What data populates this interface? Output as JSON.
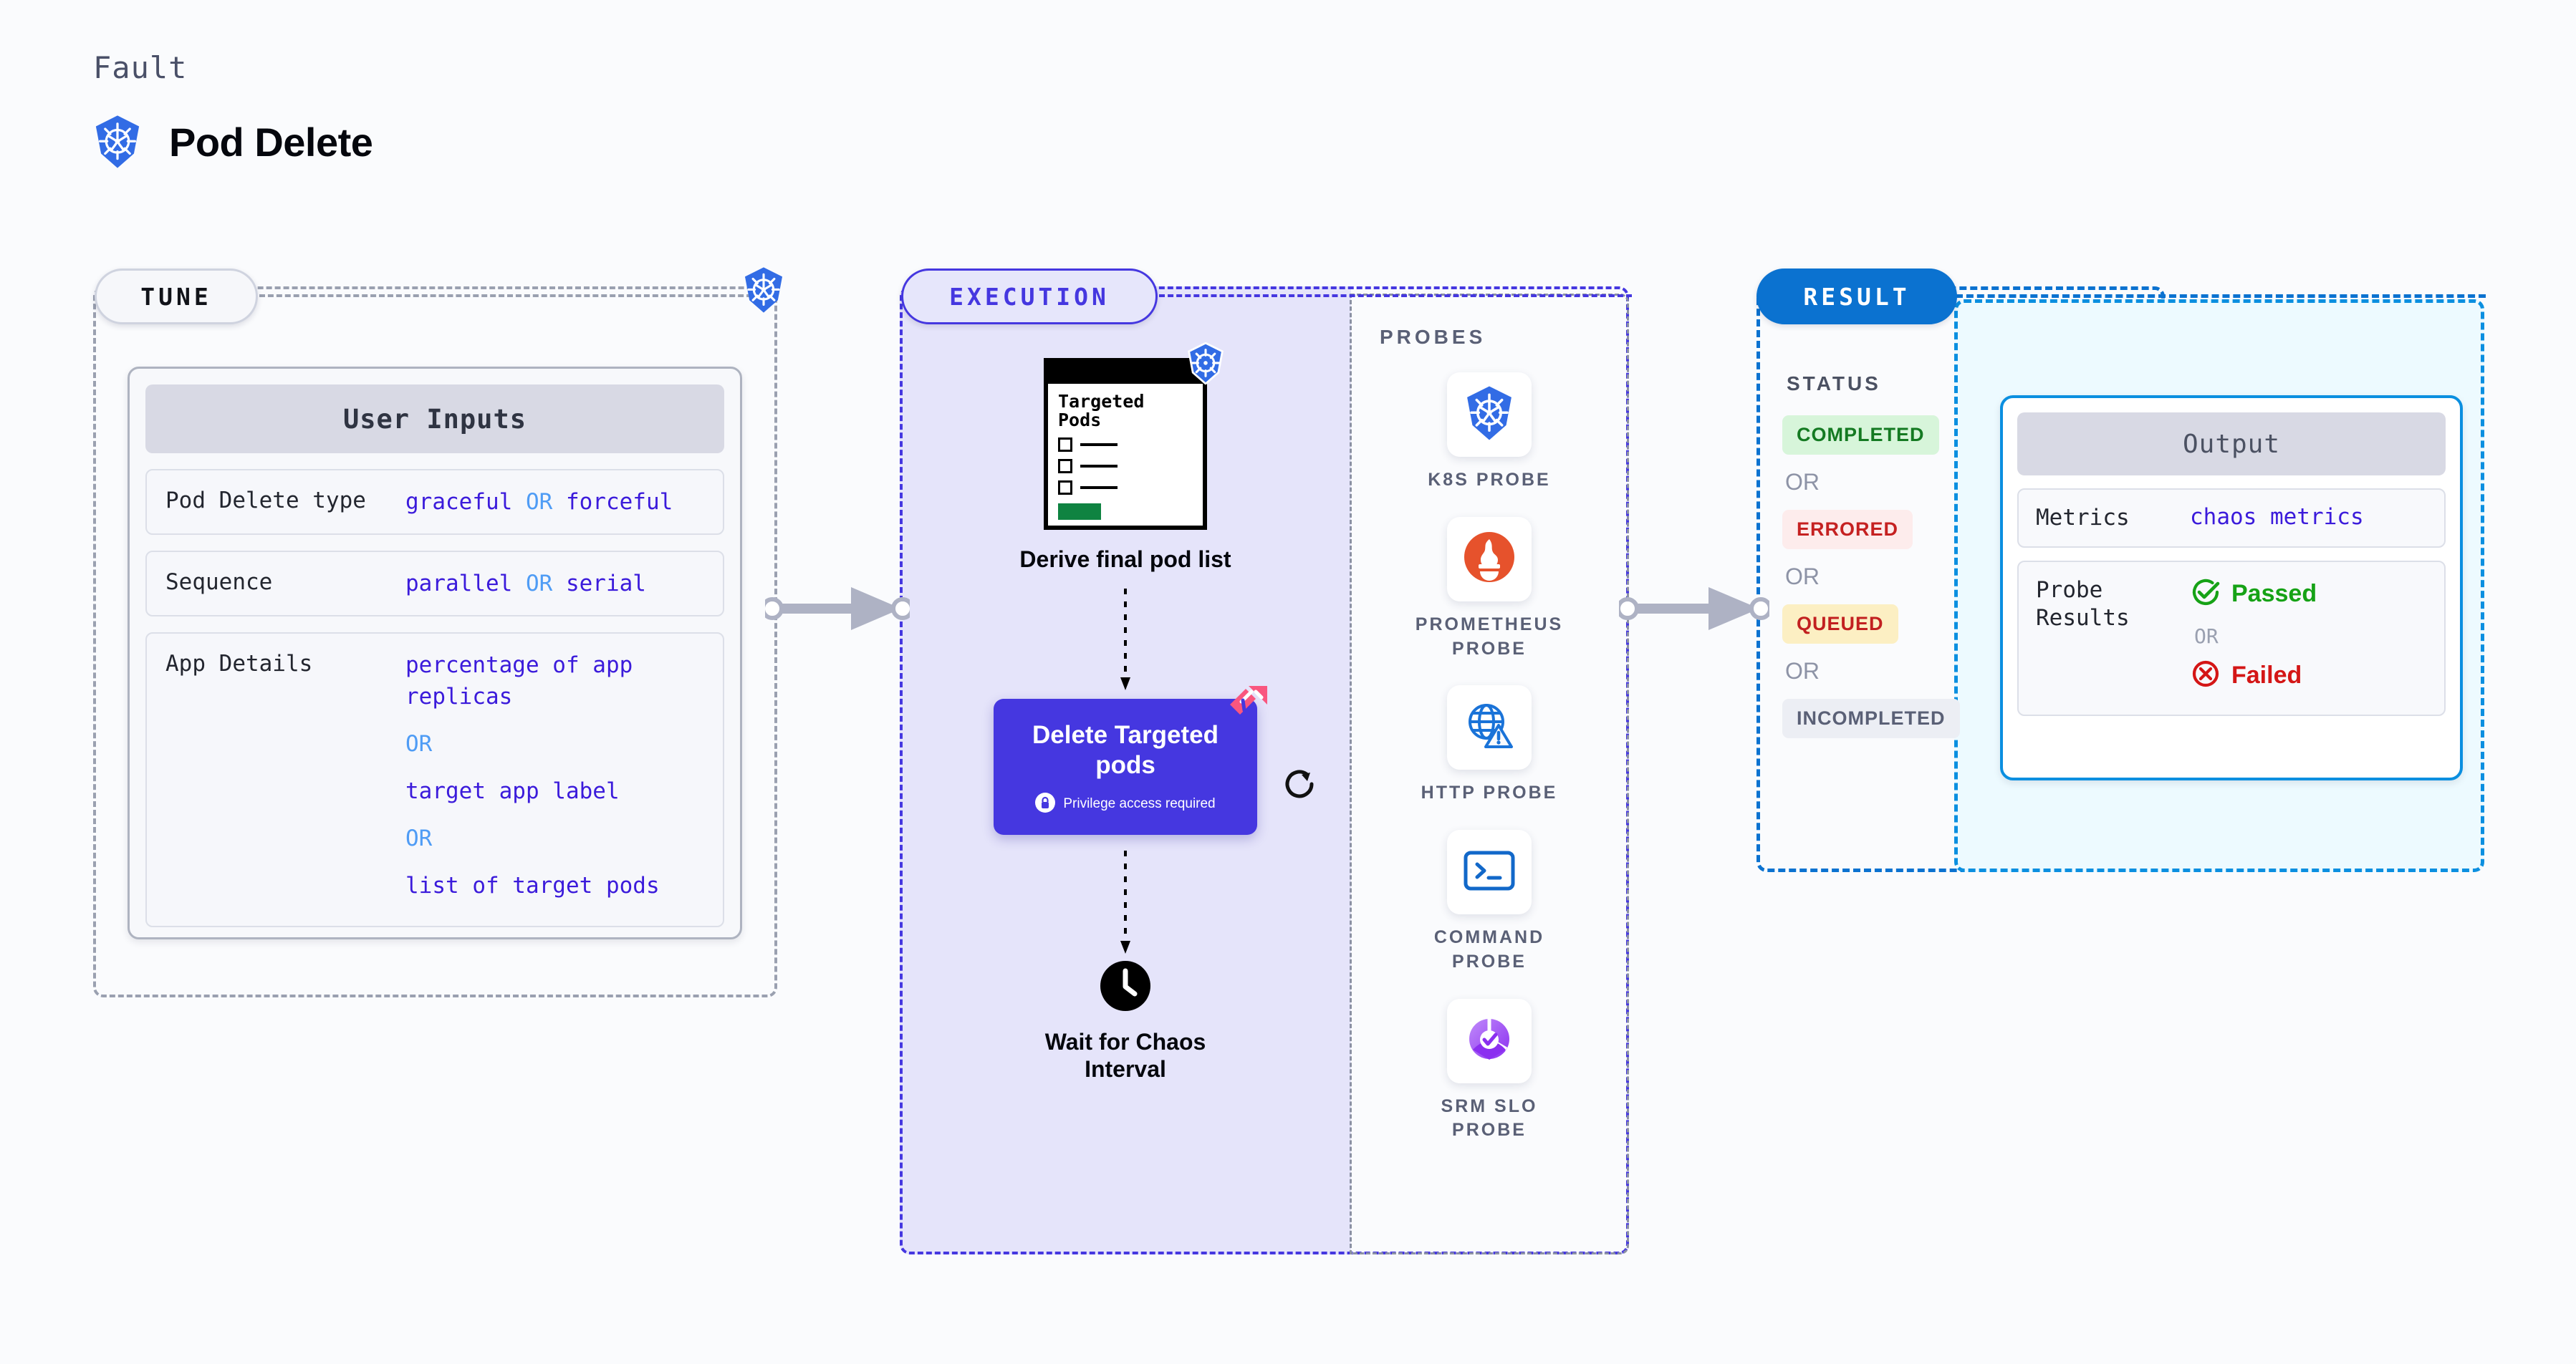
{
  "header": {
    "fault_label": "Fault",
    "title": "Pod Delete",
    "icon": "kubernetes-icon"
  },
  "sections": {
    "tune": {
      "pill_label": "TUNE"
    },
    "execution": {
      "pill_label": "EXECUTION"
    },
    "result": {
      "pill_label": "RESULT"
    }
  },
  "user_inputs": {
    "title": "User Inputs",
    "rows": [
      {
        "key": "Pod Delete type",
        "value_parts": [
          "graceful",
          "OR",
          "forceful"
        ],
        "inline": true
      },
      {
        "key": "Sequence",
        "value_parts": [
          "parallel",
          "OR",
          "serial"
        ],
        "inline": true
      },
      {
        "key": "App Details",
        "value_parts": [
          "percentage of app replicas",
          "OR",
          "target app label",
          "OR",
          "list of target pods"
        ],
        "inline": false
      }
    ],
    "row0_key": "Pod Delete type",
    "row0_v0": "graceful",
    "row0_or": "OR",
    "row0_v1": "forceful",
    "row1_key": "Sequence",
    "row1_v0": "parallel",
    "row1_or": "OR",
    "row1_v1": "serial",
    "row2_key": "App Details",
    "row2_v0": "percentage of app replicas",
    "row2_or0": "OR",
    "row2_v1": "target app label",
    "row2_or1": "OR",
    "row2_v2": "list of target pods"
  },
  "execution": {
    "pods_card": {
      "title_line1": "Targeted",
      "title_line2": "Pods",
      "icon": "kubernetes-icon"
    },
    "node1_caption": "Derive final pod list",
    "node2_title": "Delete Targeted pods",
    "node2_privilege": "Privilege access required",
    "node2_privilege_icon": "lock-icon",
    "node2_corner_icon": "harness-logo-icon",
    "node2_side_icon": "refresh-icon",
    "node3_caption": "Wait for Chaos Interval",
    "node3_icon": "clock-icon"
  },
  "probes": {
    "heading": "PROBES",
    "items": [
      {
        "label": "K8S PROBE",
        "icon": "kubernetes-icon"
      },
      {
        "label": "PROMETHEUS PROBE",
        "icon": "prometheus-icon"
      },
      {
        "label": "HTTP PROBE",
        "icon": "globe-warning-icon"
      },
      {
        "label": "COMMAND PROBE",
        "icon": "terminal-icon"
      },
      {
        "label": "SRM SLO PROBE",
        "icon": "srm-slo-icon"
      }
    ],
    "item0_label": "K8S PROBE",
    "item1_label": "PROMETHEUS PROBE",
    "item2_label": "HTTP PROBE",
    "item3_label": "COMMAND PROBE",
    "item4_label": "SRM SLO PROBE"
  },
  "result": {
    "status_heading": "STATUS",
    "or_label": "OR",
    "statuses": [
      {
        "label": "COMPLETED",
        "color": "#147a22",
        "bg": "#d7f5da"
      },
      {
        "label": "ERRORED",
        "color": "#c52121",
        "bg": "#fdecec"
      },
      {
        "label": "QUEUED",
        "color": "#c22020",
        "bg": "#fcefc3"
      },
      {
        "label": "INCOMPLETED",
        "color": "#5a6076",
        "bg": "#eceef4"
      }
    ],
    "status0": "COMPLETED",
    "status1": "ERRORED",
    "status2": "QUEUED",
    "status3": "INCOMPLETED",
    "or0": "OR",
    "or1": "OR",
    "or2": "OR"
  },
  "output": {
    "title": "Output",
    "metrics_key": "Metrics",
    "metrics_value": "chaos metrics",
    "probe_results_key": "Probe\nResults",
    "passed_label": "Passed",
    "failed_label": "Failed",
    "or_label": "OR",
    "passed_icon": "check-circle-icon",
    "failed_icon": "x-circle-icon"
  },
  "colors": {
    "background": "#fafbfd",
    "tune_accent": "#9aa0b0",
    "execution_accent": "#4537e0",
    "execution_fill": "#e5e4fa",
    "result_accent": "#0b72d0",
    "output_accent": "#0b8fe0",
    "output_fill": "#edfaff",
    "kubernetes_blue": "#326ce5",
    "value_purple": "#3b1bdb",
    "or_blue": "#4f9cf5",
    "pink_badge": "#f9567f",
    "arrow_grey": "#aeb2c4"
  }
}
